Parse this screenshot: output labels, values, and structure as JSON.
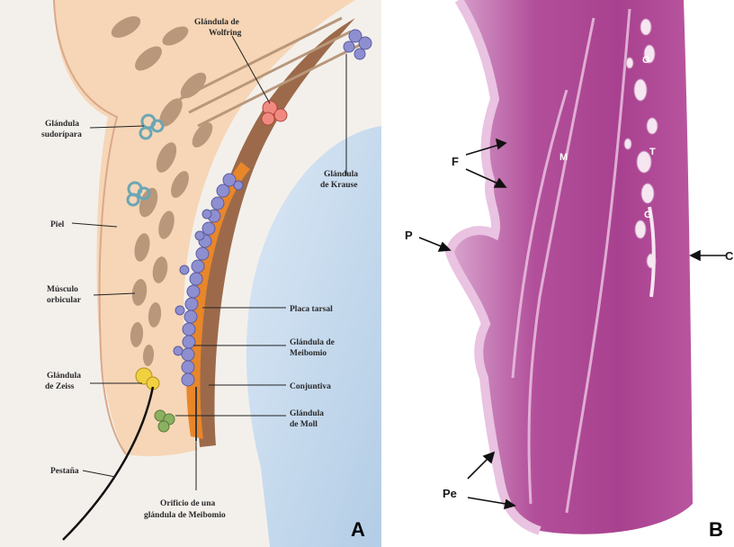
{
  "panel_a": {
    "letter": "A",
    "labels": {
      "wolfring_1": "Glándula de",
      "wolfring_2": "Wolfring",
      "sudoripara_1": "Glándula",
      "sudoripara_2": "sudorípara",
      "krause_1": "Glándula",
      "krause_2": "de Krause",
      "piel": "Piel",
      "musculo_1": "Músculo",
      "musculo_2": "orbicular",
      "placa": "Placa tarsal",
      "meibomio_1": "Glándula de",
      "meibomio_2": "Meibomio",
      "zeiss_1": "Glándula",
      "zeiss_2": "de Zeiss",
      "conjuntiva": "Conjuntiva",
      "moll_1": "Glándula",
      "moll_2": "de Moll",
      "pestana": "Pestaña",
      "orificio_1": "Orificio de una",
      "orificio_2": "glándula de Meibomio"
    }
  },
  "panel_b": {
    "letter": "B",
    "labels": {
      "F": "F",
      "M": "M",
      "T": "T",
      "G1": "G",
      "G2": "G",
      "P": "P",
      "C": "C",
      "Pe": "Pe"
    }
  },
  "colors": {
    "skin": "#f6d6b6",
    "muscle": "#b8977a",
    "tarsal": "#e8862a",
    "meibomian": "#8e8fd0",
    "eyeball": "#c8ddf0",
    "tissue": "#b45a9e"
  }
}
